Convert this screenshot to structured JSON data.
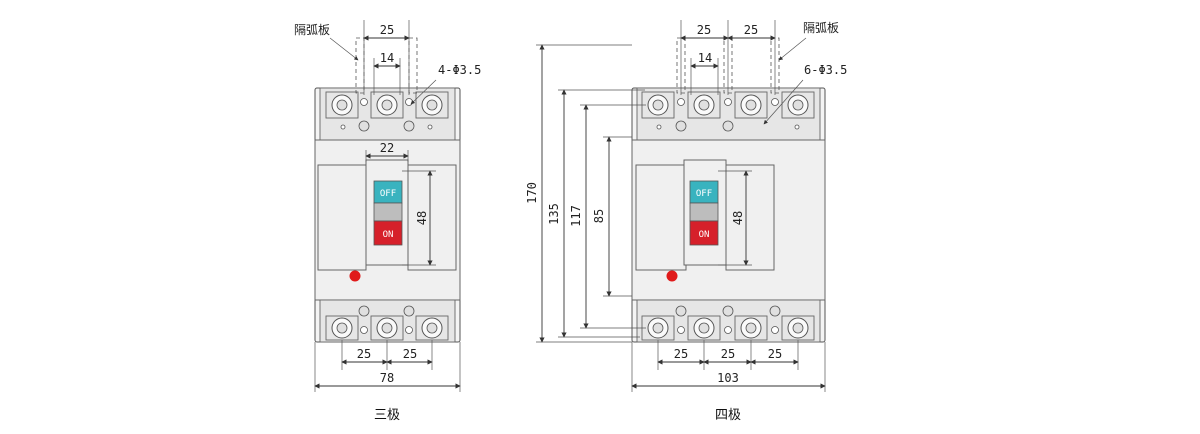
{
  "three_pole": {
    "caption": "三极",
    "arc_plate_label": "隔弧板",
    "hole_label": "4-Φ3.5",
    "dim_top_25": "25",
    "dim_top_14": "14",
    "dim_handle_22": "22",
    "dim_handle_48": "48",
    "dim_bottom_25a": "25",
    "dim_bottom_25b": "25",
    "dim_width": "78",
    "switch_off": "OFF",
    "switch_on": "ON"
  },
  "four_pole": {
    "caption": "四极",
    "arc_plate_label": "隔弧板",
    "hole_label": "6-Φ3.5",
    "dim_top_25a": "25",
    "dim_top_25b": "25",
    "dim_top_14": "14",
    "dim_height_170": "170",
    "dim_height_135": "135",
    "dim_height_117": "117",
    "dim_height_85": "85",
    "dim_handle_48": "48",
    "dim_bottom_25a": "25",
    "dim_bottom_25b": "25",
    "dim_bottom_25c": "25",
    "dim_width": "103",
    "switch_off": "OFF",
    "switch_on": "ON"
  },
  "colors": {
    "off_button": "#39b3bf",
    "on_button": "#d6202a",
    "indicator": "#e01a1a",
    "gray_band": "#bdbdbd"
  }
}
